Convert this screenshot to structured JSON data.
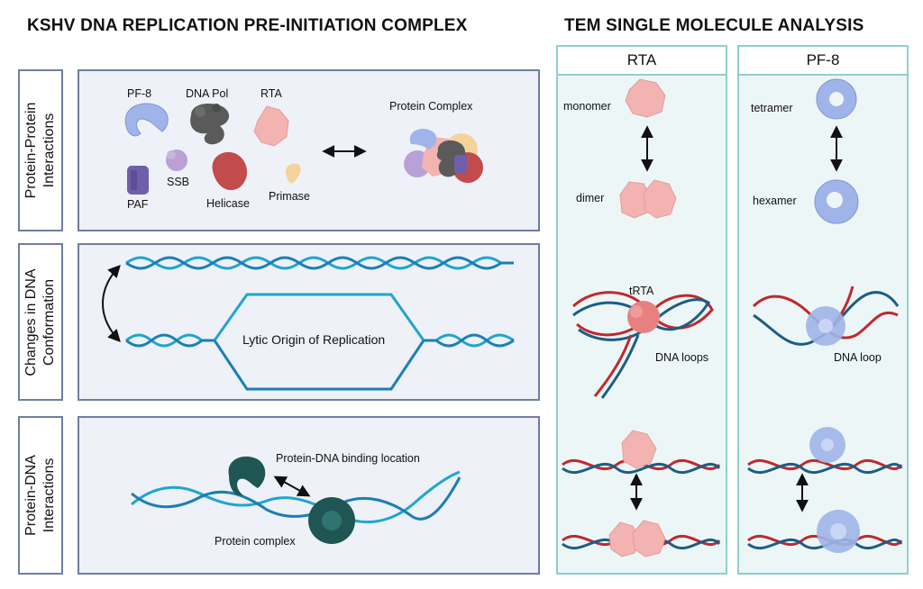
{
  "titles": {
    "left": "KSHV DNA REPLICATION PRE-INITIATION COMPLEX",
    "right": "TEM SINGLE MOLECULE ANALYSIS"
  },
  "rows": [
    {
      "label_lines": [
        "Protein-Protein",
        "Interactions"
      ]
    },
    {
      "label_lines": [
        "Changes in DNA",
        "Conformation"
      ]
    },
    {
      "label_lines": [
        "Protein-DNA",
        "Interactions"
      ]
    }
  ],
  "proteins": {
    "pf8": "PF-8",
    "dna_pol": "DNA Pol",
    "rta": "RTA",
    "ssb": "SSB",
    "paf": "PAF",
    "helicase": "Helicase",
    "primase": "Primase",
    "complex": "Protein Complex"
  },
  "dna_conformation": {
    "origin_label": "Lytic Origin of Replication"
  },
  "protein_dna": {
    "binding_label": "Protein-DNA binding location",
    "complex_label": "Protein complex"
  },
  "columns": [
    {
      "header": "RTA",
      "upper": "monomer",
      "lower": "dimer",
      "loop_top_label": "tRTA",
      "loop_label": "DNA loops"
    },
    {
      "header": "PF-8",
      "upper": "tetramer",
      "lower": "hexamer",
      "loop_label": "DNA loop"
    }
  ],
  "colors": {
    "panel_border": "#6e7ea3",
    "panel_fill": "#eef1f8",
    "column_border": "#8fcfcf",
    "column_fill": "#edf6f6",
    "dna_cyan": "#1fa5cf",
    "dna_blue": "#1b5d86",
    "dna_red": "#c0282e",
    "rta_pink": "#f2b3b1",
    "pf8_blue": "#9fb5ea",
    "helicase_red": "#c24b4b",
    "dna_pol_gray": "#5a5a5a",
    "ssb_purple": "#b9a1d6",
    "paf_purple": "#6f5fa8",
    "primase_yellow": "#f4d49c",
    "complex_teal": "#1f5654"
  }
}
